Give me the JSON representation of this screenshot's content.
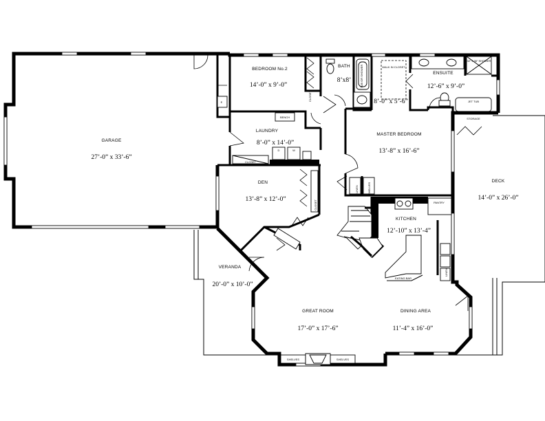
{
  "rooms": {
    "garage": {
      "name": "GARAGE",
      "dim": "27’-0” x 33’-6”"
    },
    "bedroom2": {
      "name": "BEDROOM No.2",
      "dim": "14’-0” x 9’-0”"
    },
    "bath": {
      "name": "BATH",
      "dim": "8’x8’"
    },
    "ensuite": {
      "name": "ENSUITE",
      "dim": "12’-6” x 9’-0”"
    },
    "walkin": {
      "dim": "8’-0” x 5’-6”"
    },
    "laundry": {
      "name": "LAUNDRY",
      "dim": "8’-0” x 14’-0”"
    },
    "master": {
      "name": "MASTER BEDROOM",
      "dim": "13’-8” x 16’-6”"
    },
    "den": {
      "name": "DEN",
      "dim": "13’-8” x 12’-0”"
    },
    "kitchen": {
      "name": "KITCHEN",
      "dim": "12’-10” x 13’-4”"
    },
    "deck": {
      "name": "DECK",
      "dim": "14’-0” x 26’-0”"
    },
    "veranda": {
      "name": "VERANDA",
      "dim": "20’-0” x 10’-0”"
    },
    "great": {
      "name": "GREAT ROOM",
      "dim": "17’-0” x 17’-6”"
    },
    "dining": {
      "name": "DINING AREA",
      "dim": "11’-4” x 16’-0”"
    }
  },
  "labels": {
    "closet": "CLOSET",
    "bench": "BENCH",
    "storage": "STORAGE",
    "linen": "LINEN",
    "shelves": "SHELVES",
    "pantry": "PANTRY",
    "jet_tub": "JET TUB",
    "walk_in_closet": "WALK IN CLOSET",
    "shower": "32” x 36” SHOWER",
    "tub_shower": "TUB OR SHOWER",
    "eating_bar": "EATING BAR",
    "d": "D",
    "w": "W",
    "e": "E"
  }
}
